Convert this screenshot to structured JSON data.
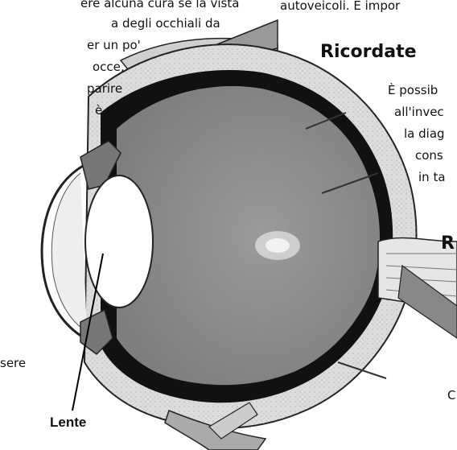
{
  "left_text": [
    "ere alcuna cura se la vista",
    "a degli occhiali da",
    "er un po'",
    "occe,",
    "parire",
    "è"
  ],
  "left_bottom_fragment": "sere",
  "right_top_text": "autoveicoli.  È impor",
  "heading_main": "Ricordate",
  "right_text": [
    "È possib",
    "all'invec",
    "la diag",
    "cons",
    "in ta"
  ],
  "heading_sub_fragment": "R",
  "right_bottom_fragment": "C",
  "illustration": {
    "label": "Lente",
    "icon": "eye-cross-section-illustration",
    "colors": {
      "vitreous": "#8e8e8e",
      "sclera": "#d9d9d9",
      "choroid": "#111111",
      "lens": "#ffffff"
    }
  }
}
